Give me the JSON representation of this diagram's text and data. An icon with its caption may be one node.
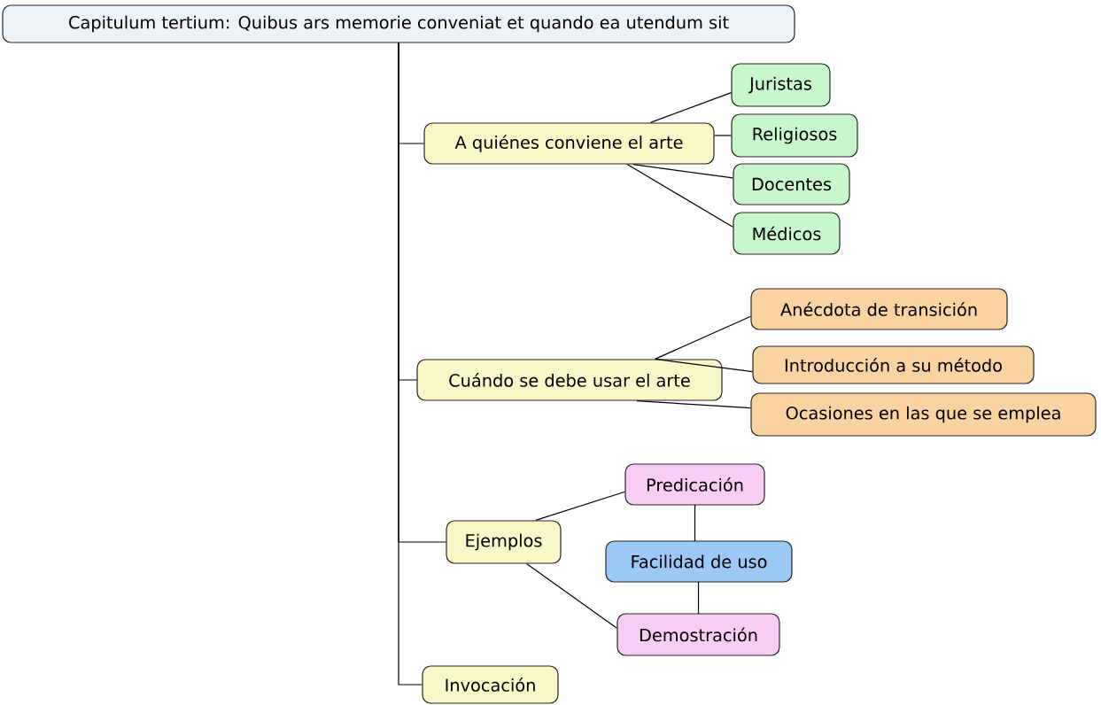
{
  "diagram": {
    "nodes": [
      {
        "text": [
          "Capitulum tertium: Quibus ars memorie conveniat et quando ea utendum sit"
        ]
      },
      {
        "text": [
          "A quiénes conviene el arte"
        ]
      },
      {
        "text": [
          "Juristas"
        ]
      },
      {
        "text": [
          "Religiosos"
        ]
      },
      {
        "text": [
          "Docentes"
        ]
      },
      {
        "text": [
          "Médicos"
        ]
      },
      {
        "text": [
          "Cuándo se debe usar el arte"
        ]
      },
      {
        "text": [
          "Anécdota de transición"
        ]
      },
      {
        "text": [
          "Introducción a su método"
        ]
      },
      {
        "text": [
          "Ocasiones en las que se emplea"
        ]
      },
      {
        "text": [
          "Ejemplos"
        ]
      },
      {
        "text": [
          "Predicación"
        ]
      },
      {
        "text": [
          "Facilidad de uso"
        ]
      },
      {
        "text": [
          "Demostración"
        ]
      },
      {
        "text": [
          "Invocación"
        ]
      }
    ],
    "edges": [
      {
        "from": 0,
        "to": 1,
        "arrow": "none"
      },
      {
        "from": 0,
        "to": 6,
        "arrow": "none"
      },
      {
        "from": 0,
        "to": 10,
        "arrow": "none"
      },
      {
        "from": 0,
        "to": 14,
        "arrow": "none"
      },
      {
        "from": 1,
        "to": 2,
        "arrow": "none"
      },
      {
        "from": 1,
        "to": 3,
        "arrow": "none"
      },
      {
        "from": 1,
        "to": 4,
        "arrow": "none"
      },
      {
        "from": 1,
        "to": 5,
        "arrow": "none"
      },
      {
        "from": 6,
        "to": 7,
        "arrow": "none"
      },
      {
        "from": 6,
        "to": 8,
        "arrow": "none"
      },
      {
        "from": 6,
        "to": 9,
        "arrow": "none"
      },
      {
        "from": 10,
        "to": 11,
        "arrow": "none"
      },
      {
        "from": 10,
        "to": 13,
        "arrow": "none"
      },
      {
        "from": 11,
        "to": 12,
        "arrow": "none"
      },
      {
        "from": 12,
        "to": 13,
        "arrow": "none"
      }
    ]
  }
}
